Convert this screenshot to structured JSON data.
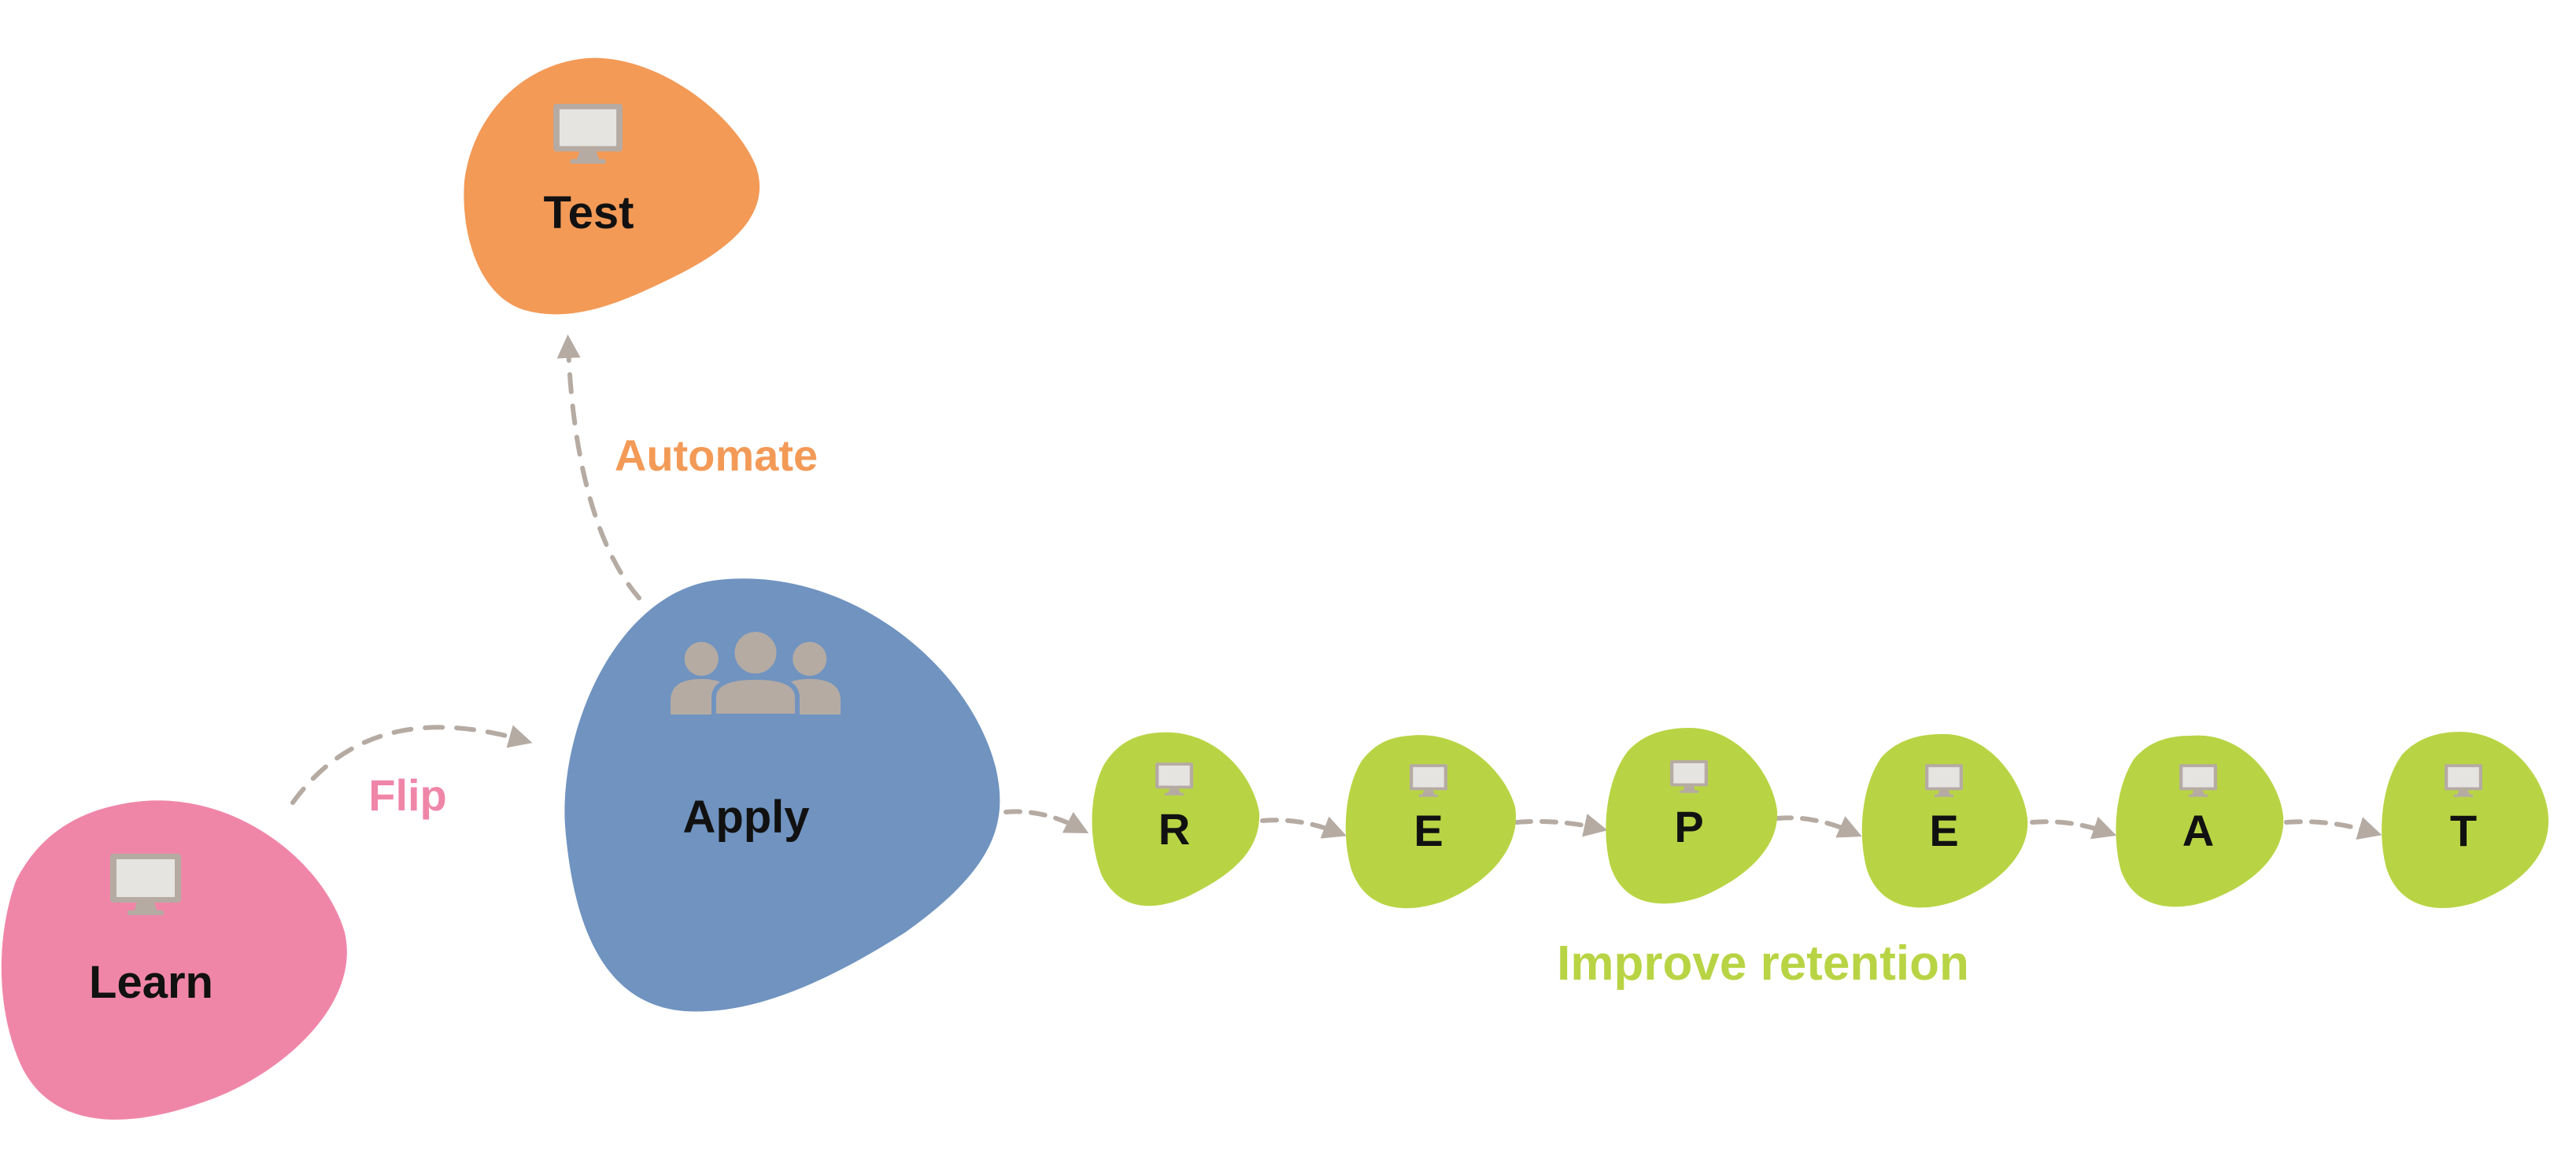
{
  "colors": {
    "learn": "#ef86a8",
    "test": "#f39a57",
    "apply": "#7093c0",
    "repeat": "#b8d444",
    "arrow": "#b5aba3",
    "icon": "#b5aba3",
    "flip_label": "#ef86a8",
    "automate_label": "#f39a57",
    "retention_label": "#b8d444"
  },
  "nodes": {
    "learn": {
      "label": "Learn",
      "icon": "monitor-icon"
    },
    "test": {
      "label": "Test",
      "icon": "monitor-icon"
    },
    "apply": {
      "label": "Apply",
      "icon": "group-icon"
    },
    "repeat": [
      {
        "label": "R",
        "icon": "monitor-icon"
      },
      {
        "label": "E",
        "icon": "monitor-icon"
      },
      {
        "label": "P",
        "icon": "monitor-icon"
      },
      {
        "label": "E",
        "icon": "monitor-icon"
      },
      {
        "label": "A",
        "icon": "monitor-icon"
      },
      {
        "label": "T",
        "icon": "monitor-icon"
      }
    ]
  },
  "edges": {
    "flip": "Flip",
    "automate": "Automate",
    "improve_retention": "Improve retention"
  }
}
